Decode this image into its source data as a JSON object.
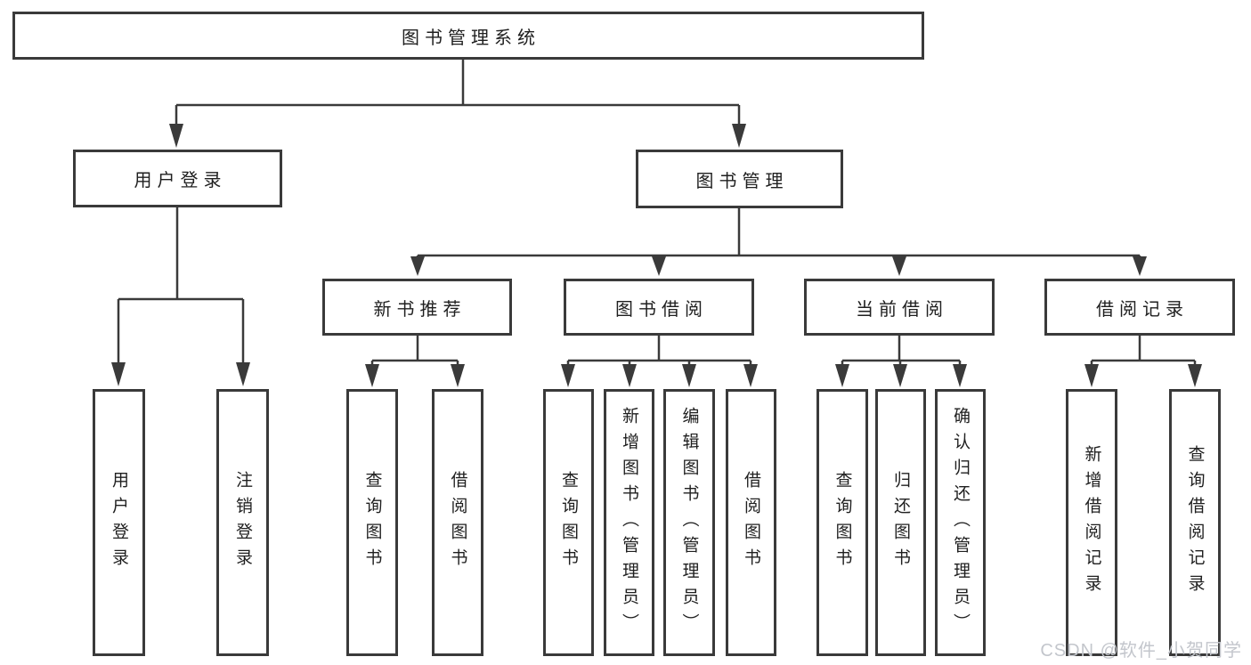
{
  "diagram": {
    "title": "图书管理系统",
    "level2": [
      {
        "label": "用户登录"
      },
      {
        "label": "图书管理"
      }
    ],
    "level3": [
      {
        "label": "新书推荐"
      },
      {
        "label": "图书借阅"
      },
      {
        "label": "当前借阅"
      },
      {
        "label": "借阅记录"
      }
    ],
    "leaves_login": [
      "用户登录",
      "注销登录"
    ],
    "leaves_recommend": [
      "查询图书",
      "借阅图书"
    ],
    "leaves_borrow": [
      "查询图书",
      "新增图书（管理员）",
      "编辑图书（管理员）",
      "借阅图书"
    ],
    "leaves_current": [
      "查询图书",
      "归还图书",
      "确认归还（管理员）"
    ],
    "leaves_records": [
      "新增借阅记录",
      "查询借阅记录"
    ]
  },
  "watermark": "CSDN @软件_小贺同学",
  "colors": {
    "line": "#3a3a3a",
    "text": "#1f1f1f",
    "watermark": "#c3c6cc",
    "background": "#ffffff"
  }
}
